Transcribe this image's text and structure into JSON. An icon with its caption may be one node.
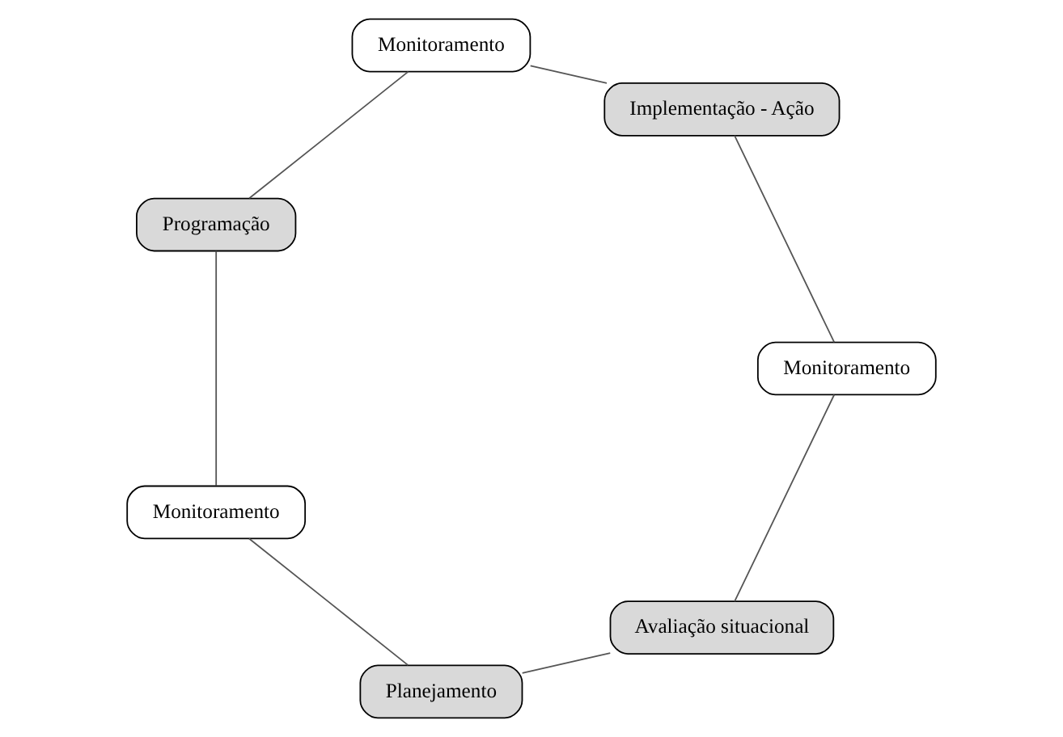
{
  "diagram": {
    "nodes": [
      {
        "text": [
          "Avaliação situacional"
        ]
      },
      {
        "text": [
          "Monitoramento"
        ]
      },
      {
        "text": [
          "Planejamento"
        ]
      },
      {
        "text": [
          "Implementação - Ação"
        ]
      },
      {
        "text": [
          "Monitoramento"
        ]
      },
      {
        "text": [
          "Monitoramento"
        ]
      },
      {
        "text": [
          "Programação"
        ]
      }
    ],
    "edges": [
      {
        "from": 0,
        "to": 2,
        "arrow": "none"
      },
      {
        "from": 2,
        "to": 4,
        "arrow": "none"
      },
      {
        "from": 4,
        "to": 6,
        "arrow": "none"
      },
      {
        "from": 6,
        "to": 5,
        "arrow": "none"
      },
      {
        "from": 5,
        "to": 3,
        "arrow": "none"
      },
      {
        "from": 3,
        "to": 1,
        "arrow": "none"
      },
      {
        "from": 1,
        "to": 0,
        "arrow": "none"
      }
    ]
  }
}
